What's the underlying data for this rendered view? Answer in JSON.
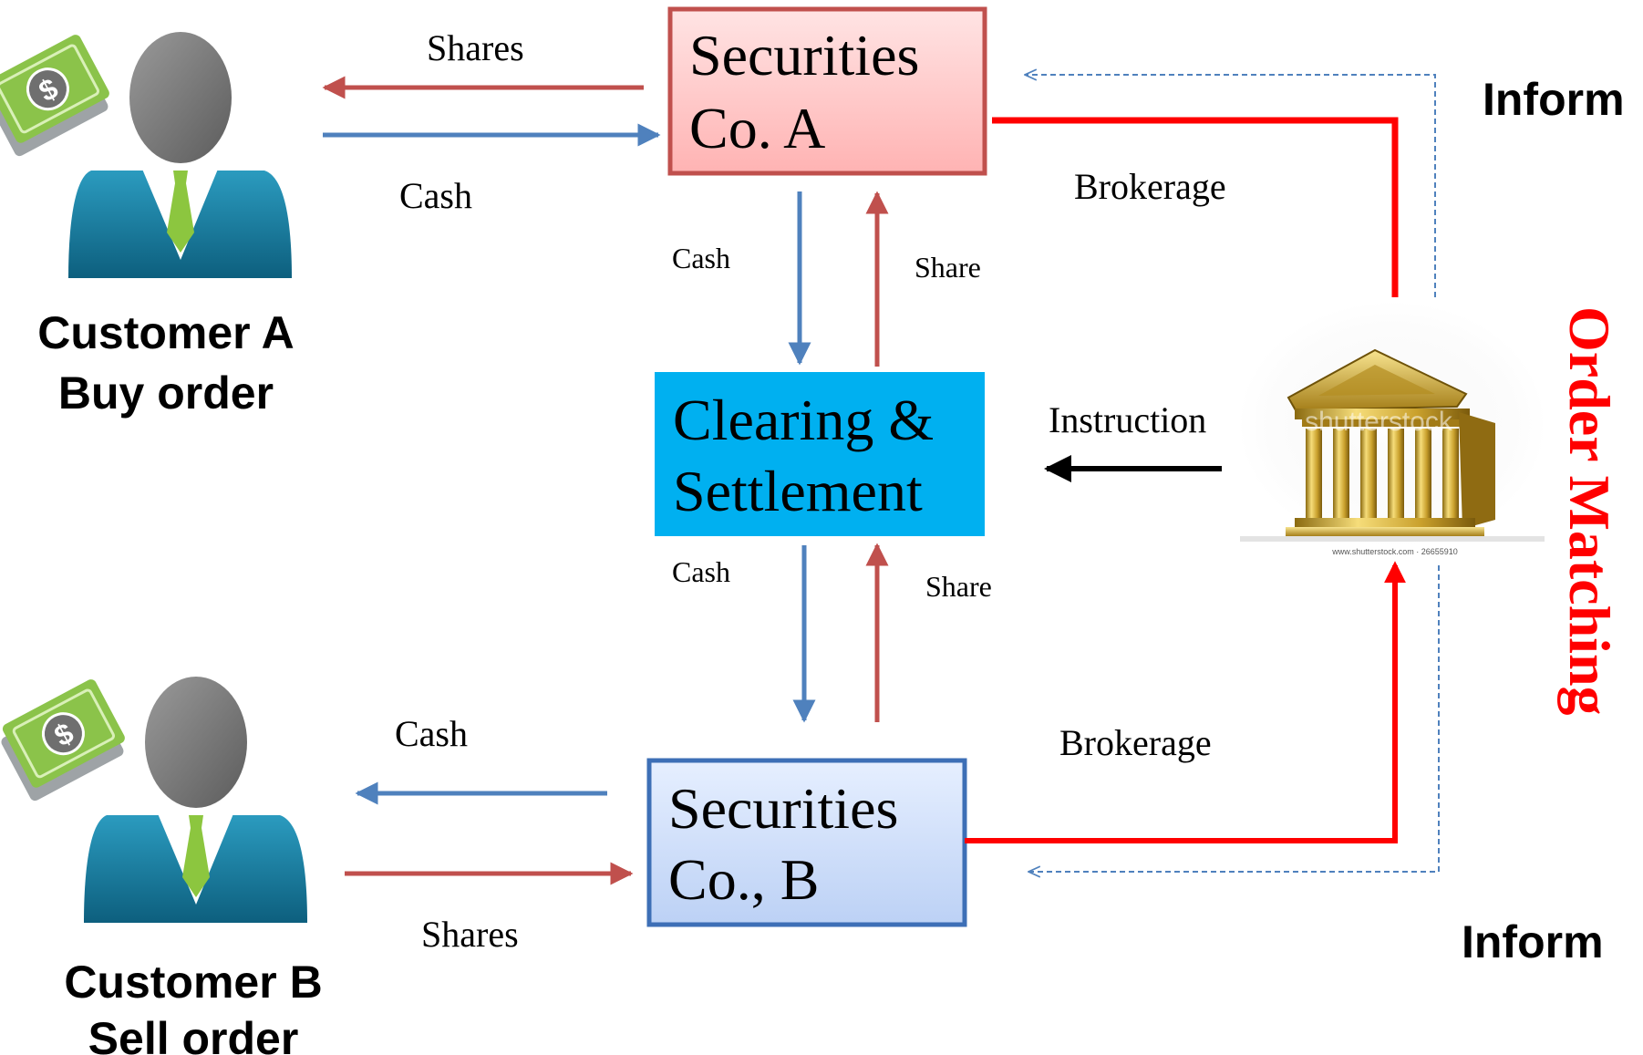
{
  "customer_a": {
    "name": "Customer A",
    "order": "Buy order"
  },
  "customer_b": {
    "name": "Customer B",
    "order": "Sell order"
  },
  "securities_a": {
    "line1": "Securities",
    "line2": "Co. A"
  },
  "securities_b": {
    "line1": "Securities",
    "line2": "Co., B"
  },
  "clearing": {
    "line1": "Clearing &",
    "line2": "Settlement"
  },
  "exchange": {
    "side_label": "Order Matching",
    "watermark": "shutterstock",
    "credit": "www.shutterstock.com · 26655910"
  },
  "labels": {
    "shares_top": "Shares",
    "cash_top": "Cash",
    "cash_mid_top": "Cash",
    "share_mid_top": "Share",
    "cash_mid_bottom": "Cash",
    "share_mid_bottom": "Share",
    "cash_bottom": "Cash",
    "shares_bottom": "Shares",
    "brokerage_top": "Brokerage",
    "brokerage_bottom": "Brokerage",
    "instruction": "Instruction",
    "inform_top": "Inform",
    "inform_bottom": "Inform"
  },
  "colors": {
    "shares_arrow": "#c0504d",
    "cash_arrow": "#4f81bd",
    "brokerage_line": "#ff0000",
    "inform_line": "#4f81bd",
    "instruction_arrow": "#000000",
    "clearing_fill": "#00b0f0",
    "sec_a_fill": "#ffc9c9",
    "sec_b_fill": "#d6e4fb",
    "order_matching_text": "#ff0000"
  }
}
